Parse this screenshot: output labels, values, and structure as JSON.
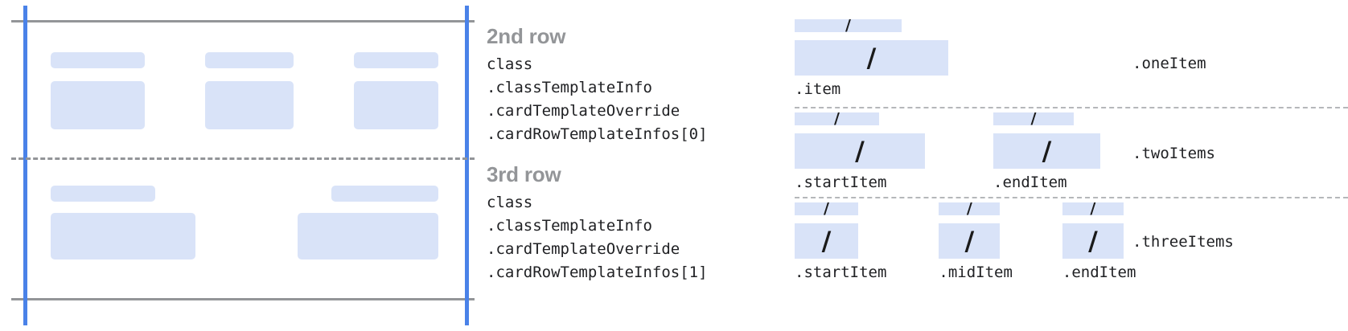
{
  "colors": {
    "placeholder_fill": "#d9e3f8",
    "accent_blue": "#4a82e8",
    "rule_gray": "#939598",
    "heading_gray": "#939598",
    "text_dark": "#202124"
  },
  "card_mock": {
    "name": "card-template-preview",
    "rows": [
      {
        "name": "second-row",
        "columns": [
          {
            "title_placeholder": "",
            "body_placeholder": ""
          },
          {
            "title_placeholder": "",
            "body_placeholder": ""
          },
          {
            "title_placeholder": "",
            "body_placeholder": ""
          }
        ]
      },
      {
        "name": "third-row",
        "columns": [
          {
            "title_placeholder": "",
            "body_placeholder": ""
          },
          {
            "title_placeholder": "",
            "body_placeholder": ""
          }
        ]
      }
    ]
  },
  "annotations": [
    {
      "heading": "2nd row",
      "lines": [
        "class",
        ".classTemplateInfo",
        ".cardTemplateOverride",
        ".cardRowTemplateInfos[0]"
      ]
    },
    {
      "heading": "3rd row",
      "lines": [
        "class",
        ".classTemplateInfo",
        ".cardTemplateOverride",
        ".cardRowTemplateInfos[1]"
      ]
    }
  ],
  "variants": [
    {
      "name": ".oneItem",
      "items": [
        {
          "label": ".item",
          "slash": "/",
          "small_width": 133,
          "large_width": 191,
          "gap_after": 0
        }
      ]
    },
    {
      "name": ".twoItems",
      "items": [
        {
          "label": ".startItem",
          "slash": "/",
          "small_width": 105,
          "large_width": 162,
          "gap_after": 85
        },
        {
          "label": ".endItem",
          "slash": "/",
          "small_width": 100,
          "large_width": 133,
          "gap_after": 0
        }
      ]
    },
    {
      "name": ".threeItems",
      "items": [
        {
          "label": ".startItem",
          "slash": "/",
          "small_width": 79,
          "large_width": 79,
          "gap_after": 65
        },
        {
          "label": ".midItem",
          "slash": "/",
          "small_width": 76,
          "large_width": 76,
          "gap_after": 62
        },
        {
          "label": ".endItem",
          "slash": "/",
          "small_width": 76,
          "large_width": 76,
          "gap_after": 0
        }
      ]
    }
  ]
}
